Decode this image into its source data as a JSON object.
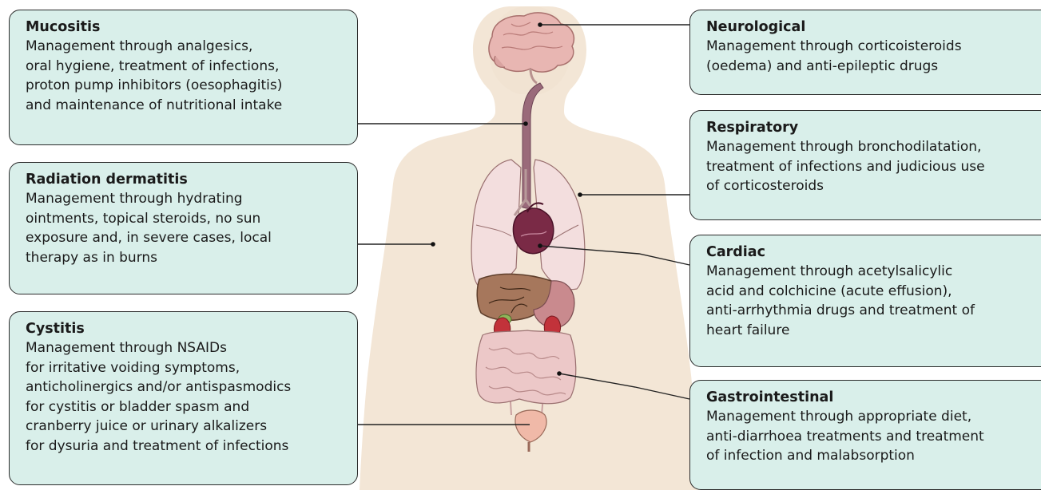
{
  "boxes": {
    "mucositis": {
      "title": "Mucositis",
      "text": "Management through analgesics,\noral hygiene, treatment of infections,\nproton pump inhibitors (oesophagitis)\nand maintenance of nutritional intake"
    },
    "radiation_dermatitis": {
      "title": "Radiation dermatitis",
      "text": "Management through hydrating\nointments, topical steroids, no sun\nexposure and, in severe cases, local\ntherapy as in burns"
    },
    "cystitis": {
      "title": "Cystitis",
      "text": "Management through NSAIDs\nfor irritative voiding symptoms,\nanticholinergics and/or antispasmodics\nfor cystitis or bladder spasm and\ncranberry juice or urinary alkalizers\nfor dysuria and treatment of infections"
    },
    "neurological": {
      "title": "Neurological",
      "text": "Management through corticoisteroids\n(oedema) and anti-epileptic drugs"
    },
    "respiratory": {
      "title": "Respiratory",
      "text": "Management through bronchodilatation,\ntreatment of infections and judicious use\nof corticosteroids"
    },
    "cardiac": {
      "title": "Cardiac",
      "text": "Management through acetylsalicylic\nacid and colchicine (acute effusion),\nanti-arrhythmia drugs and treatment of\nheart failure"
    },
    "gastrointestinal": {
      "title": "Gastrointestinal",
      "text": "Management through appropriate diet,\nanti-diarrhoea treatments and treatment\nof infection and malabsorption"
    }
  },
  "colors": {
    "box_fill": "#d9efea",
    "body_silhouette": "#f3e6d6",
    "leader_line": "#222222"
  }
}
